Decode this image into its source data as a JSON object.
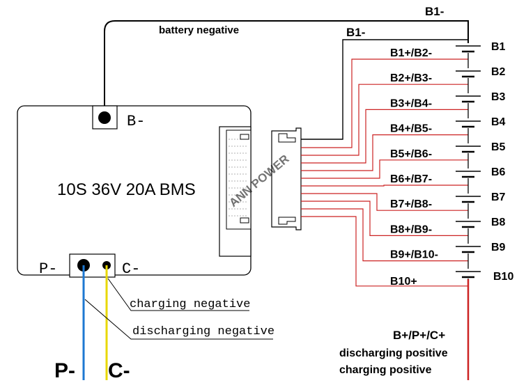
{
  "board": {
    "title": "10S 36V 20A BMS",
    "b_minus_label": "B-",
    "p_minus_label": "P-",
    "c_minus_label": "C-"
  },
  "labels": {
    "battery_negative": "battery negative",
    "b1_minus_top": "B1-",
    "b1_minus_mid": "B1-",
    "charging_negative": "charging negative",
    "discharging_negative": "discharging negative",
    "p_minus_big": "P-",
    "c_minus_big": "C-",
    "positive_title": "B+/P+/C+",
    "discharging_positive": "discharging positive",
    "charging_positive": "charging positive",
    "watermark": "ANN POWER"
  },
  "taps": [
    "B1+/B2-",
    "B2+/B3-",
    "B3+/B4-",
    "B4+/B5-",
    "B5+/B6-",
    "B6+/B7-",
    "B7+/B8-",
    "B8+/B9-",
    "B9+/B10-",
    "B10+"
  ],
  "cells": [
    "B1",
    "B2",
    "B3",
    "B4",
    "B5",
    "B6",
    "B7",
    "B8",
    "B9",
    "B10"
  ],
  "colors": {
    "wire_black": "#000000",
    "wire_red": "#cc2222",
    "wire_blue": "#1e78d2",
    "wire_yellow": "#e8d800",
    "watermark": "#33cc33"
  }
}
